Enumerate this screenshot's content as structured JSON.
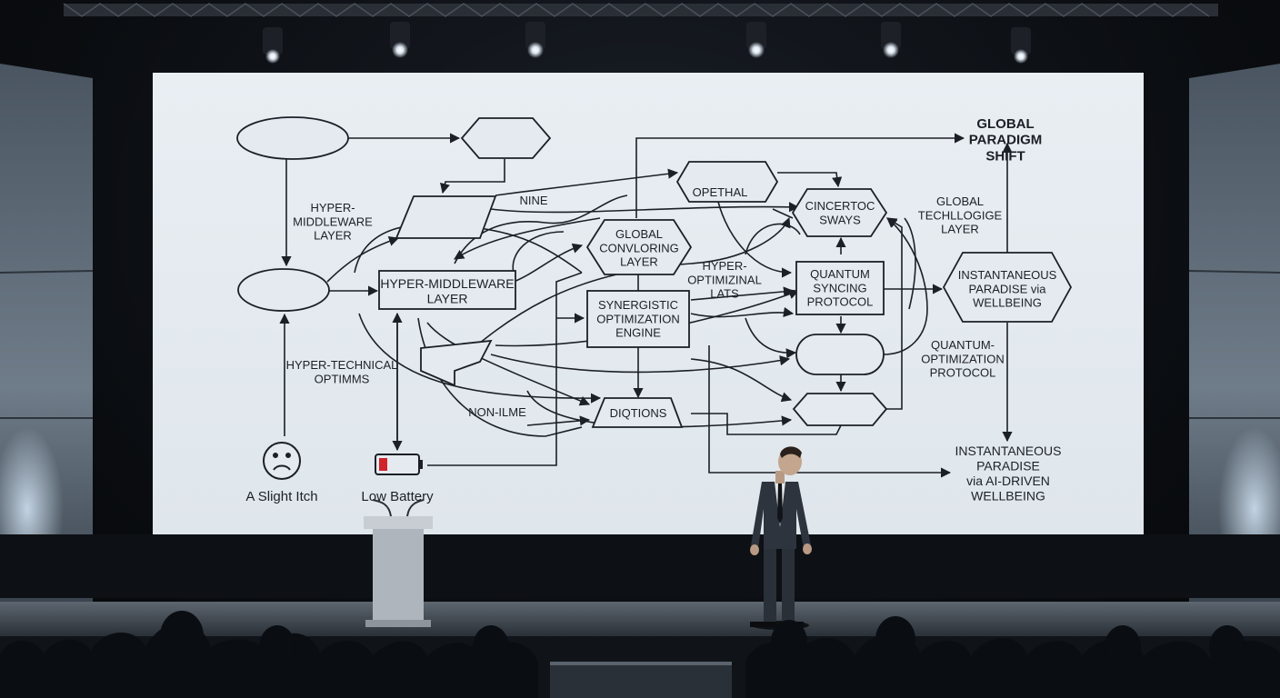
{
  "diagram": {
    "nodes": {
      "top_hexagon": "",
      "hyper_middleware_top": "HYPER-\nMIDDLEWARE\nLAYER",
      "nine": "NINE",
      "opethal": "OPETHAL",
      "global_convloring": "GLOBAL\nCONVLORING\nLAYER",
      "cincertoc": "CINCERTOC\nSWAYS",
      "global_techllogige": "GLOBAL\nTECHLLOGIGE\nLAYER",
      "global_paradigm": "GLOBAL\nPARADIGM\nSHIFT",
      "hyper_middleware": "HYPER-MIDDLEWARE\nLAYER",
      "hyper_optimizinal": "HYPER-\nOPTIMIZINAL\nLATS",
      "synergistic": "SYNERGISTIC\nOPTIMIZATION\nENGINE",
      "quantum_syncing": "QUANTUM\nSYNCING\nPROTOCOL",
      "instant_paradise": "INSTANTANEOUS\nPARADISE via\nWELLBEING",
      "hyper_technical": "HYPER-TECHNICAL\nOPTIMMS",
      "quantum_optimization": "QUANTUM-\nOPTIMIZATION\nPROTOCOL",
      "non_ilme": "NON-ILME",
      "diqtions": "DIQTIONS",
      "instant_paradise_ai": "INSTANTANEOUS\nPARADISE\nvia AI-DRIVEN\nWELLBEING",
      "slight_itch": "A Slight Itch",
      "low_battery": "Low Battery"
    }
  },
  "icons": {
    "sad_face": "sad-face-icon",
    "battery": "low-battery-icon"
  },
  "colors": {
    "screen": "#e7edf2",
    "diagram_ink": "#1c2026",
    "battery_red": "#d0232a",
    "node_fill": "#e4eaf0"
  }
}
